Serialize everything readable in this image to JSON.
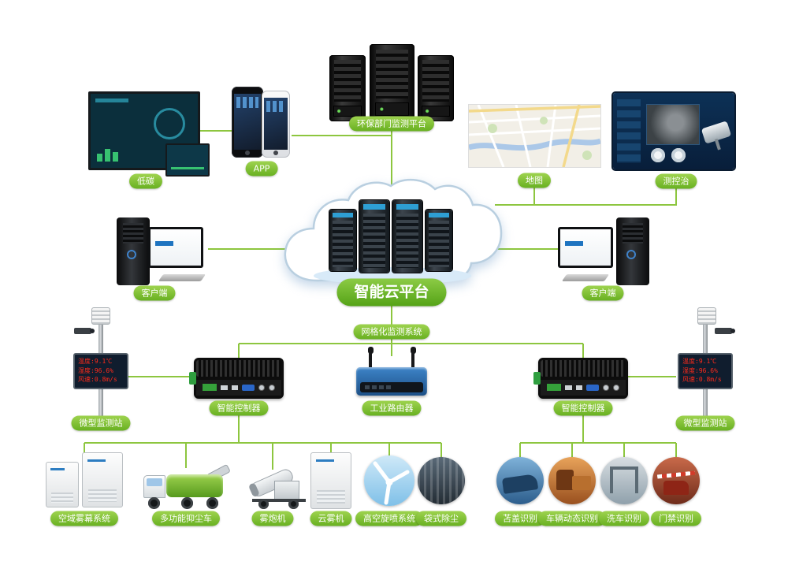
{
  "colors": {
    "line": "#8dc63f",
    "pill": "#68b021"
  },
  "top": {
    "env_platform": {
      "label": "环保部门监测平台"
    },
    "low_carbon": {
      "label": "低碳"
    },
    "app": {
      "label": "APP"
    },
    "map": {
      "label": "地图"
    },
    "monitor_control": {
      "label": "测控治"
    }
  },
  "cloud": {
    "label": "智能云平台"
  },
  "clients": {
    "left": {
      "label": "客户端"
    },
    "right": {
      "label": "客户端"
    }
  },
  "grid": {
    "label": "网格化监测系统"
  },
  "mid": {
    "controller_left": {
      "label": "智能控制器"
    },
    "router": {
      "label": "工业路由器"
    },
    "controller_right": {
      "label": "智能控制器"
    }
  },
  "stations": {
    "left": {
      "label": "微型监测站",
      "display": [
        "温度:9.1℃",
        "湿度:96.6%",
        "风速:0.8m/s"
      ]
    },
    "right": {
      "label": "微型监测站",
      "display": [
        "温度:9.1℃",
        "湿度:96.6%",
        "风速:0.8m/s"
      ]
    }
  },
  "devices_left": [
    {
      "label": "空域雾幕系统"
    },
    {
      "label": "多功能抑尘车"
    },
    {
      "label": "雾炮机"
    },
    {
      "label": "云雾机"
    },
    {
      "label": "高空旋喷系统"
    },
    {
      "label": "袋式除尘"
    }
  ],
  "devices_right": [
    {
      "label": "苫盖识别"
    },
    {
      "label": "车辆动态识别"
    },
    {
      "label": "洗车识别"
    },
    {
      "label": "门禁识别"
    }
  ]
}
